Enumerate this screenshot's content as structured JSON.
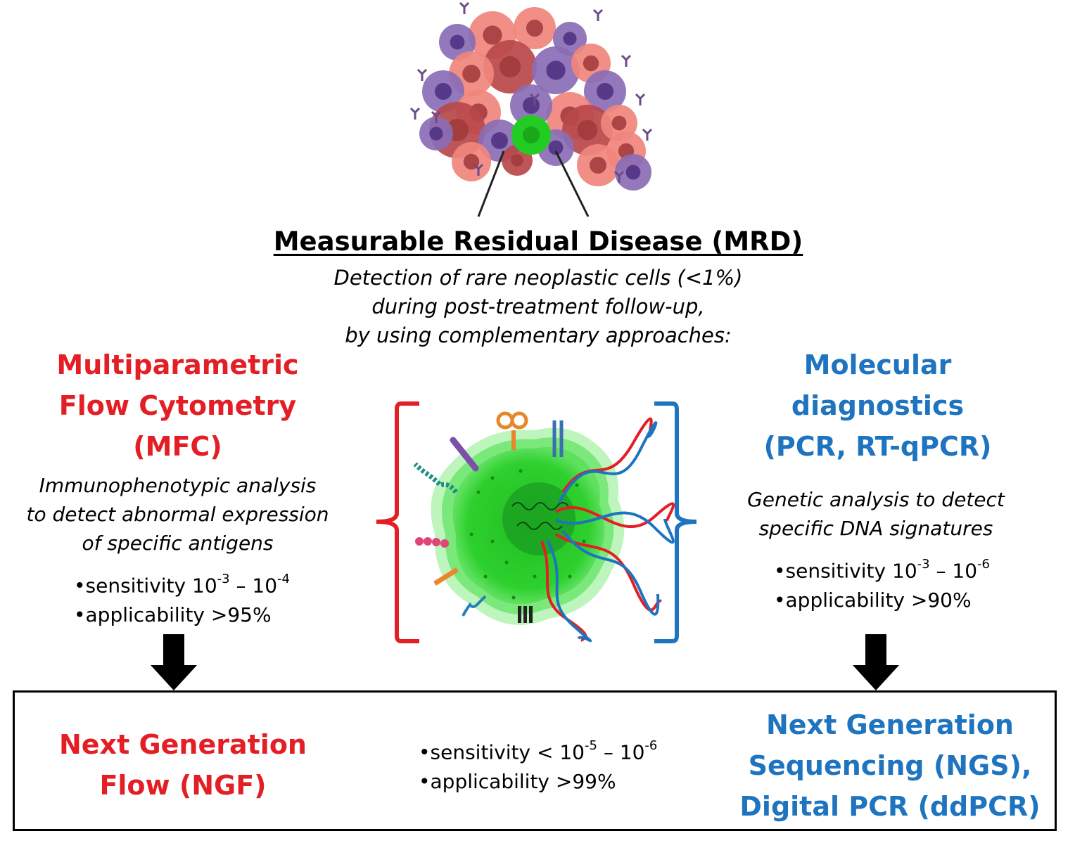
{
  "title": "Measurable Residual Disease (MRD)",
  "subtitle_lines": [
    "Detection of rare neoplastic cells (<1%)",
    "during post-treatment follow-up,",
    "by using complementary approaches:"
  ],
  "left": {
    "heading_lines": [
      "Multiparametric",
      "Flow Cytometry",
      "(MFC)"
    ],
    "description_lines": [
      "Immunophenotypic analysis",
      "to detect abnormal expression",
      "of specific antigens"
    ],
    "sensitivity_label": "sensitivity 10",
    "sensitivity_exp1": "-3",
    "sensitivity_dash": " – 10",
    "sensitivity_exp2": "-4",
    "applicability": "applicability >95%"
  },
  "right": {
    "heading_lines": [
      "Molecular",
      "diagnostics",
      "(PCR, RT-qPCR)"
    ],
    "description_lines": [
      "Genetic analysis to detect",
      "specific DNA signatures"
    ],
    "sensitivity_label": "sensitivity 10",
    "sensitivity_exp1": "-3",
    "sensitivity_dash": " – 10",
    "sensitivity_exp2": "-6",
    "applicability": "applicability >90%"
  },
  "bottom": {
    "ngf_lines": [
      "Next Generation",
      "Flow (NGF)"
    ],
    "ngs_lines": [
      "Next Generation",
      "Sequencing (NGS),",
      "Digital PCR (ddPCR)"
    ],
    "sensitivity_label": "sensitivity < 10",
    "sensitivity_exp1": "-5",
    "sensitivity_dash": " – 10",
    "sensitivity_exp2": "-6",
    "applicability": "applicability >99%"
  },
  "bullet": "•",
  "colors": {
    "mfc_red": "#e31e24",
    "molecular_blue": "#1f74c0",
    "green_cell": "#22cc22",
    "pink_cell": "#f0857c",
    "purple_cell": "#8a6db5",
    "dark_red_cell": "#b8484a"
  }
}
